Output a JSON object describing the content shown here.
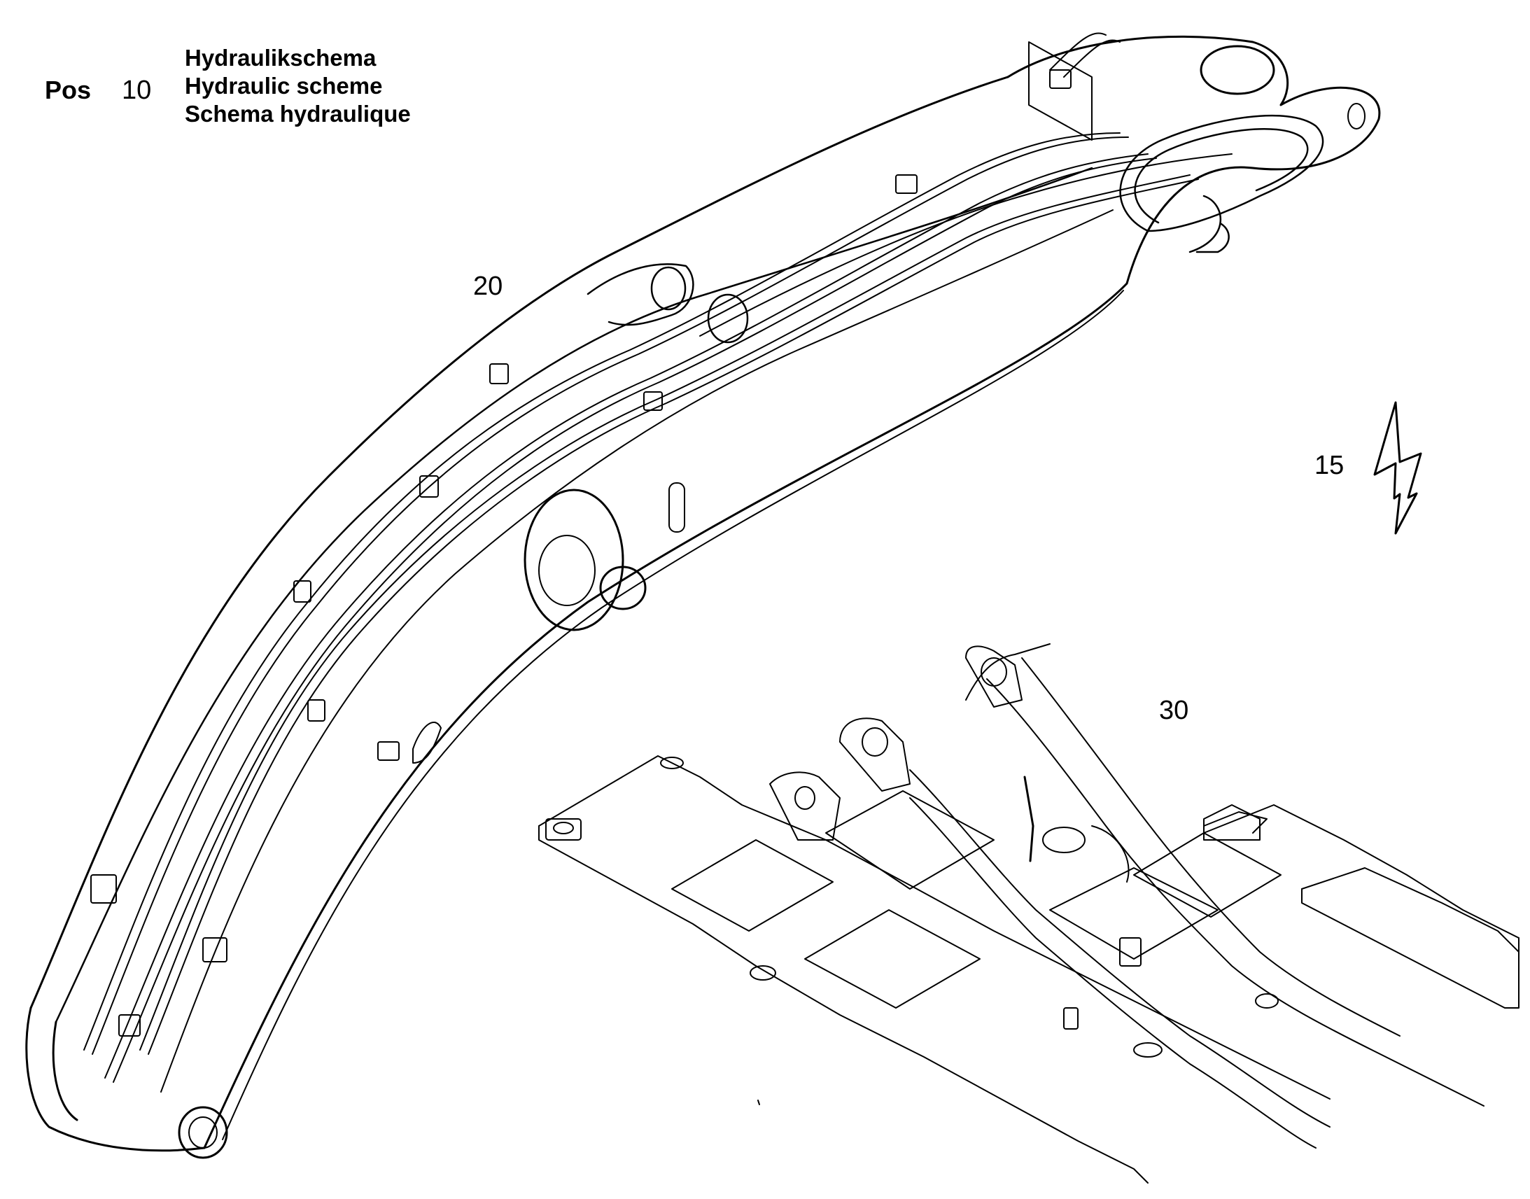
{
  "header": {
    "pos_label": "Pos",
    "pos_number": "10",
    "title_de": "Hydraulikschema",
    "title_en": "Hydraulic scheme",
    "title_fr": "Schema hydraulique"
  },
  "callouts": {
    "boom": "20",
    "electric": "15",
    "frame": "30"
  },
  "icons": {
    "electric_symbol": "lightning-bolt-icon"
  }
}
